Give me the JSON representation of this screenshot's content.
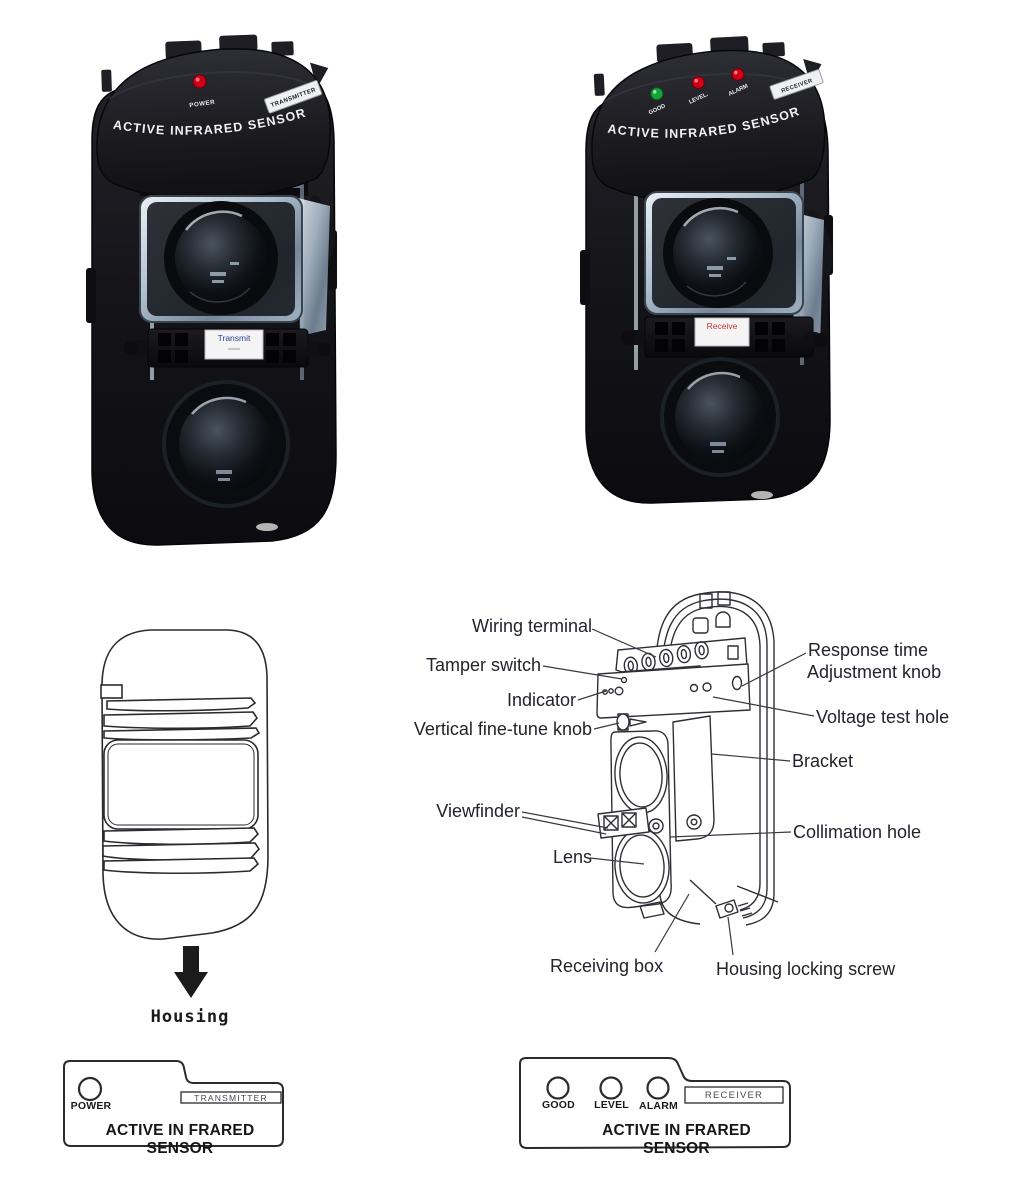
{
  "figures": {
    "transmitter_photo": {
      "band_text": "ACTIVE INFRARED SENSOR",
      "led_power_label": "POWER",
      "sticker_label": "TRANSMITTER",
      "middle_sticker": "Transmit"
    },
    "receiver_photo": {
      "band_text": "ACTIVE INFRARED SENSOR",
      "led_good_label": "GOOD",
      "led_level_label": "LEVEL.",
      "led_alarm_label": "ALARM",
      "sticker_label": "RECEIVER",
      "middle_sticker": "Receive"
    },
    "housing": {
      "caption": "Housing"
    },
    "parts": {
      "wiring_terminal": "Wiring terminal",
      "tamper_switch": "Tamper switch",
      "indicator": "Indicator",
      "vertical_fine_tune_knob": "Vertical fine-tune knob",
      "viewfinder": "Viewfinder",
      "lens": "Lens",
      "receiving_box": "Receiving box",
      "response_time_1": "Response time",
      "response_time_2": "Adjustment knob",
      "voltage_test_hole": "Voltage test hole",
      "bracket": "Bracket",
      "collimation_hole": "Collimation hole",
      "housing_locking_screw": "Housing locking screw"
    },
    "transmitter_panel": {
      "led_label": "POWER",
      "badge": "TRANSMITTER",
      "title": "ACTIVE IN FRARED SENSOR"
    },
    "receiver_panel": {
      "led_good": "GOOD",
      "led_level": "LEVEL",
      "led_alarm": "ALARM",
      "badge": "RECEIVER",
      "title": "ACTIVE IN FRARED SENSOR"
    }
  },
  "colors": {
    "led_red": "#cf0016",
    "led_green": "#17a23a",
    "transmit_text": "#2b3f96",
    "receive_text": "#c73535",
    "line_art": "#2e2e38"
  }
}
